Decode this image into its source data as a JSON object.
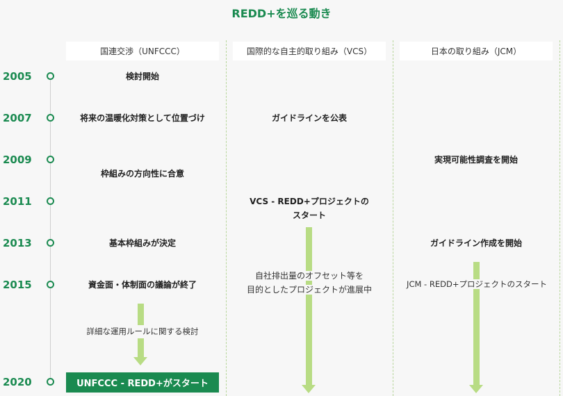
{
  "title": "REDD+を巡る動き",
  "columns": [
    {
      "label": "国連交渉（UNFCCC）"
    },
    {
      "label": "国際的な自主的取り組み（VCS）"
    },
    {
      "label": "日本の取り組み（JCM）"
    }
  ],
  "years": [
    "2005",
    "2007",
    "2009",
    "2011",
    "2013",
    "2015",
    "2020"
  ],
  "events": {
    "unfccc": {
      "e2005": "検討開始",
      "e2007": "将来の温暖化対策として位置づけ",
      "e2009": "枠組みの方向性に合意",
      "e2013": "基本枠組みが決定",
      "e2015": "資金面・体制面の議論が終了",
      "detail": "詳細な運用ルールに関する検討",
      "e2020": "UNFCCC - REDD+がスタート"
    },
    "vcs": {
      "e2007": "ガイドラインを公表",
      "e2011_line1": "VCS - REDD+プロジェクトの",
      "e2011_line2": "スタート",
      "ongoing_line1": "自社排出量のオフセット等を",
      "ongoing_line2": "目的としたプロジェクトが進展中"
    },
    "jcm": {
      "e2009": "実現可能性調査を開始",
      "e2013": "ガイドライン作成を開始",
      "e2015": "JCM - REDD+プロジェクトのスタート"
    }
  },
  "colors": {
    "accent": "#1a8a50",
    "arrow": "#b8dc84",
    "divider": "#b7d69a"
  }
}
